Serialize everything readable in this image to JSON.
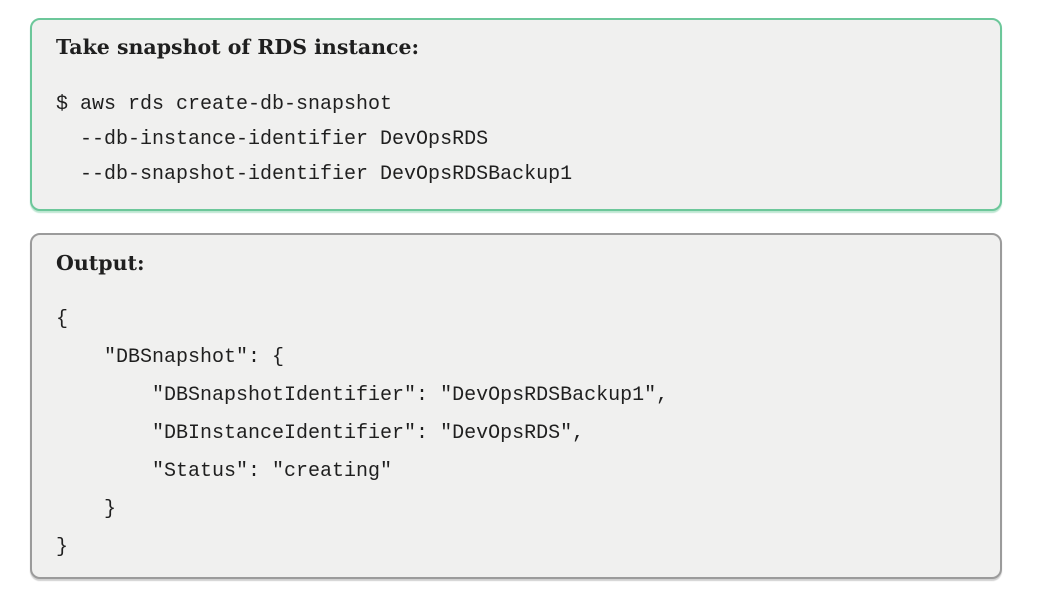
{
  "colors": {
    "panel_bg": "#f0f0ef",
    "command_border": "#6cc79a",
    "output_border": "#9b9b9b",
    "text": "#1f1f1f"
  },
  "command_panel": {
    "title": "Take snapshot of RDS instance:",
    "code_lines": [
      "$ aws rds create-db-snapshot",
      "  --db-instance-identifier DevOpsRDS",
      "  --db-snapshot-identifier DevOpsRDSBackup1"
    ]
  },
  "output_panel": {
    "title": "Output:",
    "code_lines": [
      "{",
      "    \"DBSnapshot\": {",
      "        \"DBSnapshotIdentifier\": \"DevOpsRDSBackup1\",",
      "        \"DBInstanceIdentifier\": \"DevOpsRDS\",",
      "        \"Status\": \"creating\"",
      "    }",
      "}"
    ]
  }
}
